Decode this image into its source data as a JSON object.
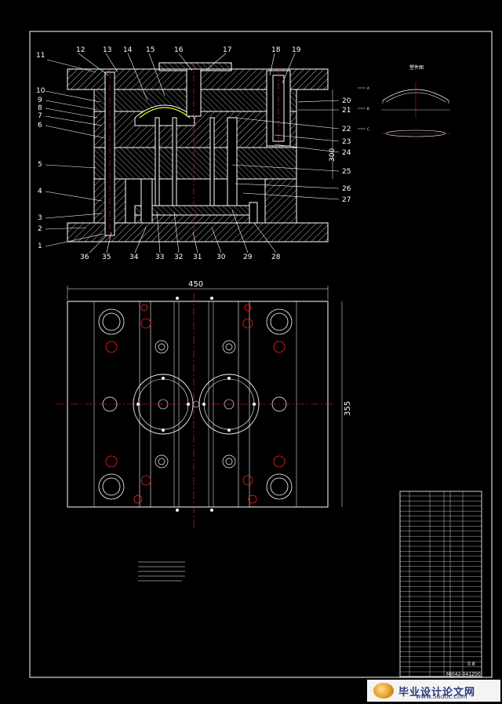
{
  "callouts_top": [
    "11",
    "12",
    "13",
    "14",
    "15",
    "16",
    "17",
    "18",
    "19"
  ],
  "callouts_left": [
    "10",
    "9",
    "8",
    "7",
    "6",
    "5",
    "4",
    "3",
    "2",
    "1"
  ],
  "callouts_right": [
    "20",
    "21",
    "22",
    "23",
    "24",
    "25",
    "26",
    "27"
  ],
  "callouts_bottom": [
    "36",
    "35",
    "34",
    "33",
    "32",
    "31",
    "30",
    "29",
    "28"
  ],
  "dim_width": "450",
  "dim_height": "355",
  "dim_side": "300",
  "part_title": "塑件图",
  "section_marks": [
    "A",
    "B",
    "C"
  ],
  "drawing_number": "MJ042-041Z00",
  "sheet_scale": "0.8",
  "watermark_cn": "毕业设计论文网",
  "watermark_url": "www.56doc.com",
  "colors": {
    "line": "#ffffff",
    "center": "#ff2020",
    "accent": "#ffff00",
    "bg": "#000000"
  }
}
